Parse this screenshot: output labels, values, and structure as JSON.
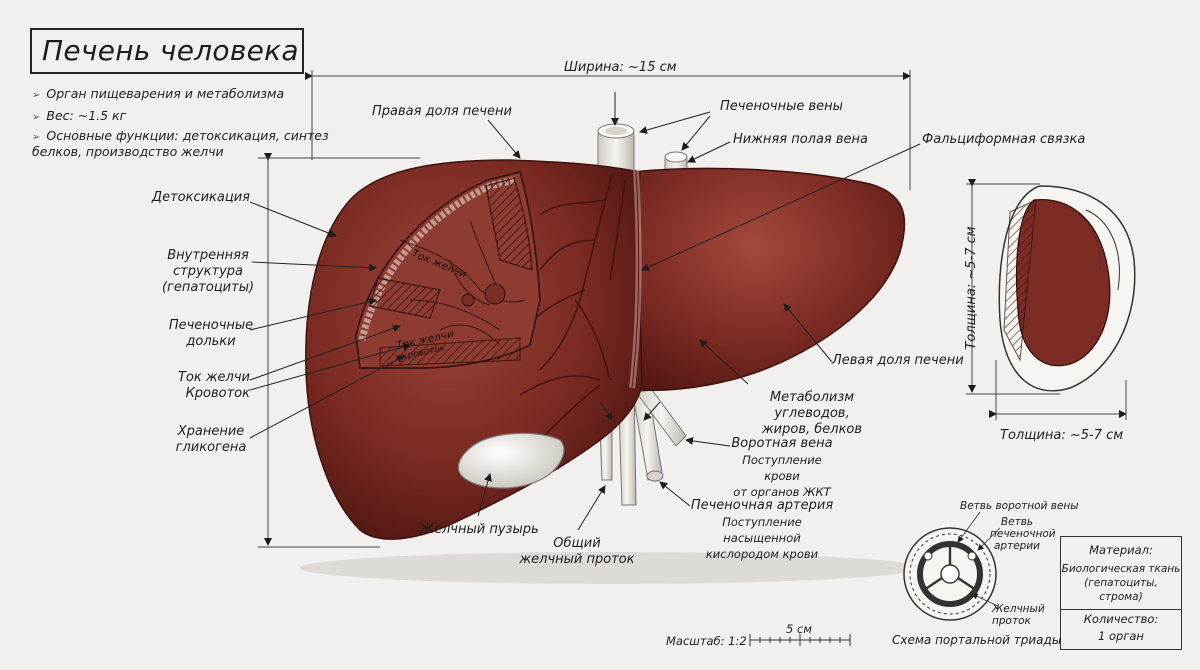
{
  "title": "Печень человека",
  "info": [
    "Орган пищеварения и метаболизма",
    "Вес: ~1.5 кг",
    "Основные функции: детоксикация, синтез",
    "белков, производство желчи"
  ],
  "dimensions": {
    "width": "Ширина: ~15 см",
    "thickness_vertical": "Толщина: ~5-7 см",
    "thickness_horizontal": "Толщина: ~5-7 см"
  },
  "labels": {
    "right_lobe": "Правая доля печени",
    "hepatic_veins": "Печеночные вены",
    "inferior_vena_cava": "Нижняя полая вена",
    "falciform": "Фальциформная связка",
    "detox": "Детоксикация",
    "internal_1": "Внутренняя",
    "internal_2": "структура",
    "internal_3": "(гепатоциты)",
    "lobules_1": "Печеночные",
    "lobules_2": "дольки",
    "bile_flow": "Ток желчи",
    "blood_flow": "Кровоток",
    "storage_1": "Хранение",
    "storage_2": "гликогена",
    "gallbladder": "Желчный пузырь",
    "duct_1": "Общий",
    "duct_2": "желчный проток",
    "left_lobe": "Левая доля печени",
    "metabolism_1": "Метаболизм углеводов,",
    "metabolism_2": "жиров, белков",
    "portal_vein": "Воротная вена",
    "portal_sub_1": "Поступление крови",
    "portal_sub_2": "от органов ЖКТ",
    "artery": "Печеночная артерия",
    "artery_sub_1": "Поступление насыщенной",
    "artery_sub_2": "кислородом крови",
    "inner_bile_1": "Ток желчи",
    "inner_bile_2": "Ток желчи",
    "inner_blood": "кровоток"
  },
  "triad": {
    "portal_branch": "Ветвь воротной вены",
    "artery_1": "Ветвь",
    "artery_2": "печеночной",
    "artery_3": "артерии",
    "duct_1": "Желчный",
    "duct_2": "проток",
    "caption": "Схема портальной триады"
  },
  "scale": {
    "label": "Масштаб: 1:2",
    "unit": "5 см"
  },
  "material": {
    "material_label": "Материал:",
    "material_1": "Биологическая ткань",
    "material_2": "(гепатоциты,",
    "material_3": "строма)",
    "quantity_label": "Количество:",
    "quantity_value": "1 орган"
  },
  "colors": {
    "liver": "#7a2a22",
    "liver_dark": "#4e1712",
    "liver_light": "#9a4438",
    "vessel": "#e8e4de",
    "ink": "#1d1d1d",
    "background": "#f1f0ee"
  }
}
